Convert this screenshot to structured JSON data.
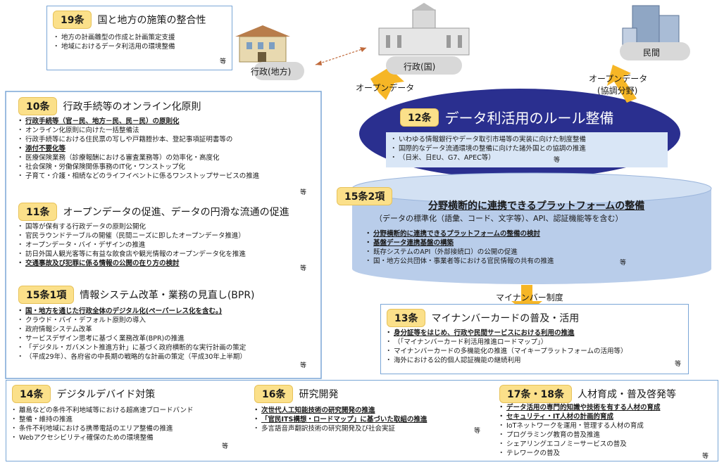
{
  "top": {
    "art19": {
      "badge": "19条",
      "title": "国と地方の施策の整合性",
      "items": [
        "地方の計画雛型の作成と計画策定支援",
        "地域におけるデータ利活用の環境整備"
      ],
      "etc": "等"
    },
    "local_gov_label": "行政(地方)",
    "national_gov_label": "行政(国)",
    "private_label": "民間",
    "opendata_left": "オープンデータ",
    "opendata_right_1": "オープンデータ",
    "opendata_right_2": "(協調分野)"
  },
  "left": {
    "art10": {
      "badge": "10条",
      "title": "行政手続等のオンライン化原則",
      "items": [
        "行政手続等（官－民、地方－民、民－民）の原則化",
        "オンライン化原則に向けた一括整備法",
        "行政手続等における住民票の写しや戸籍謄抄本、登記事項証明書等の",
        "添付不要化等",
        "医療保険業務（診療報酬における審査業務等）の効率化・高度化",
        "社会保険・労働保険関係事務のIT化・ワンストップ化",
        "子育て・介護・相続などのライフイベントに係るワンストップサービスの推進"
      ],
      "etc": "等"
    },
    "art11": {
      "badge": "11条",
      "title": "オープンデータの促進、データの円滑な流通の促進",
      "items": [
        "国等が保有する行政データの原則公開化",
        "官民ラウンドテーブルの開催（民間ニーズに即したオープンデータ推進）",
        "オープンデータ・バイ・デザインの推進",
        "訪日外国人観光客等に有益な飲食店や観光情報のオープンデータ化を推進",
        "交通事故及び犯罪に係る情報の公開の在り方の検討"
      ],
      "etc": "等"
    },
    "art15_1": {
      "badge": "15条1項",
      "title": "情報システム改革・業務の見直し(BPR)",
      "items": [
        "国・地方を通じた行政全体のデジタル化(ペーパーレス化を含む。)",
        "クラウド・バイ・デフォルト原則の導入",
        "政府情報システム改革",
        "サービスデザイン思考に基づく業務改革(BPR)の推進",
        "「デジタル・ガバメント推進方針」に基づく政府横断的な実行計画の策定",
        "（平成29年）、各府省の中長期の戦略的な計画の策定（平成30年上半期）"
      ],
      "etc": "等"
    }
  },
  "center": {
    "art12": {
      "badge": "12条",
      "title": "データ利活用のルール整備",
      "items": [
        "いわゆる情報銀行やデータ取引市場等の実装に向けた制度整備",
        "国際的なデータ流通環境の整備に向けた諸外国との協調の推進",
        "（日米、日EU、G7、APEC等）"
      ],
      "etc": "等"
    },
    "art15_2": {
      "badge": "15条2項",
      "title": "分野横断的に連携できるプラットフォームの整備",
      "subtitle": "（データの標準化（語彙、コード、文字等）、API、認証機能等を含む）",
      "items": [
        "分野横断的に連携できるプラットフォームの整備の検討",
        "基盤データ連携基盤の構築",
        "既存システムのAPI（外部接続口）の公開の促進",
        "国・地方公共団体・事業者等における官民情報の共有の推進"
      ],
      "etc": "等"
    },
    "mynumber_label": "マイナンバー制度",
    "art13": {
      "badge": "13条",
      "title": "マイナンバーカードの普及・活用",
      "items": [
        "身分証等をはじめ、行政や民間サービスにおける利用の推進",
        "（「マイナンバーカード利活用推進ロードマップ」）",
        "マイナンバーカードの多機能化の推進（マイキープラットフォームの活用等）",
        "海外における公的個人認証機能の継続利用"
      ],
      "etc": "等"
    }
  },
  "bottom": {
    "art14": {
      "badge": "14条",
      "title": "デジタルデバイド対策",
      "items": [
        "離島などの条件不利地域等における超高速ブロードバンド",
        "整備・維持の推進",
        "条件不利地域における携帯電話のエリア整備の推進",
        "Webアクセシビリティ確保のための環境整備"
      ],
      "etc": "等"
    },
    "art16": {
      "badge": "16条",
      "title": "研究開発",
      "items": [
        "次世代人工知能技術の研究開発の推進",
        "「官民ITS構想・ロードマップ」に基づいた取組の推進",
        "多言語音声翻訳技術の研究開発及び社会実証"
      ],
      "etc": "等"
    },
    "art17": {
      "badge": "17条・18条",
      "title": "人材育成・普及啓発等",
      "items": [
        "データ活用の専門的知識や技術を有する人材の育成",
        "セキュリティ・IT人材の計画的育成",
        "IoTネットワークを運用・管理する人材の育成",
        "プログラミング教育の普及推進",
        "シェアリングエコノミーサービスの普及",
        "テレワークの普及"
      ],
      "etc": "等"
    }
  },
  "colors": {
    "badge": "#fbe08a",
    "border": "#7aa6d6",
    "ellipse": "#2a2f8f",
    "cylinder": "#b9cdea",
    "arrow": "#f6b626"
  }
}
